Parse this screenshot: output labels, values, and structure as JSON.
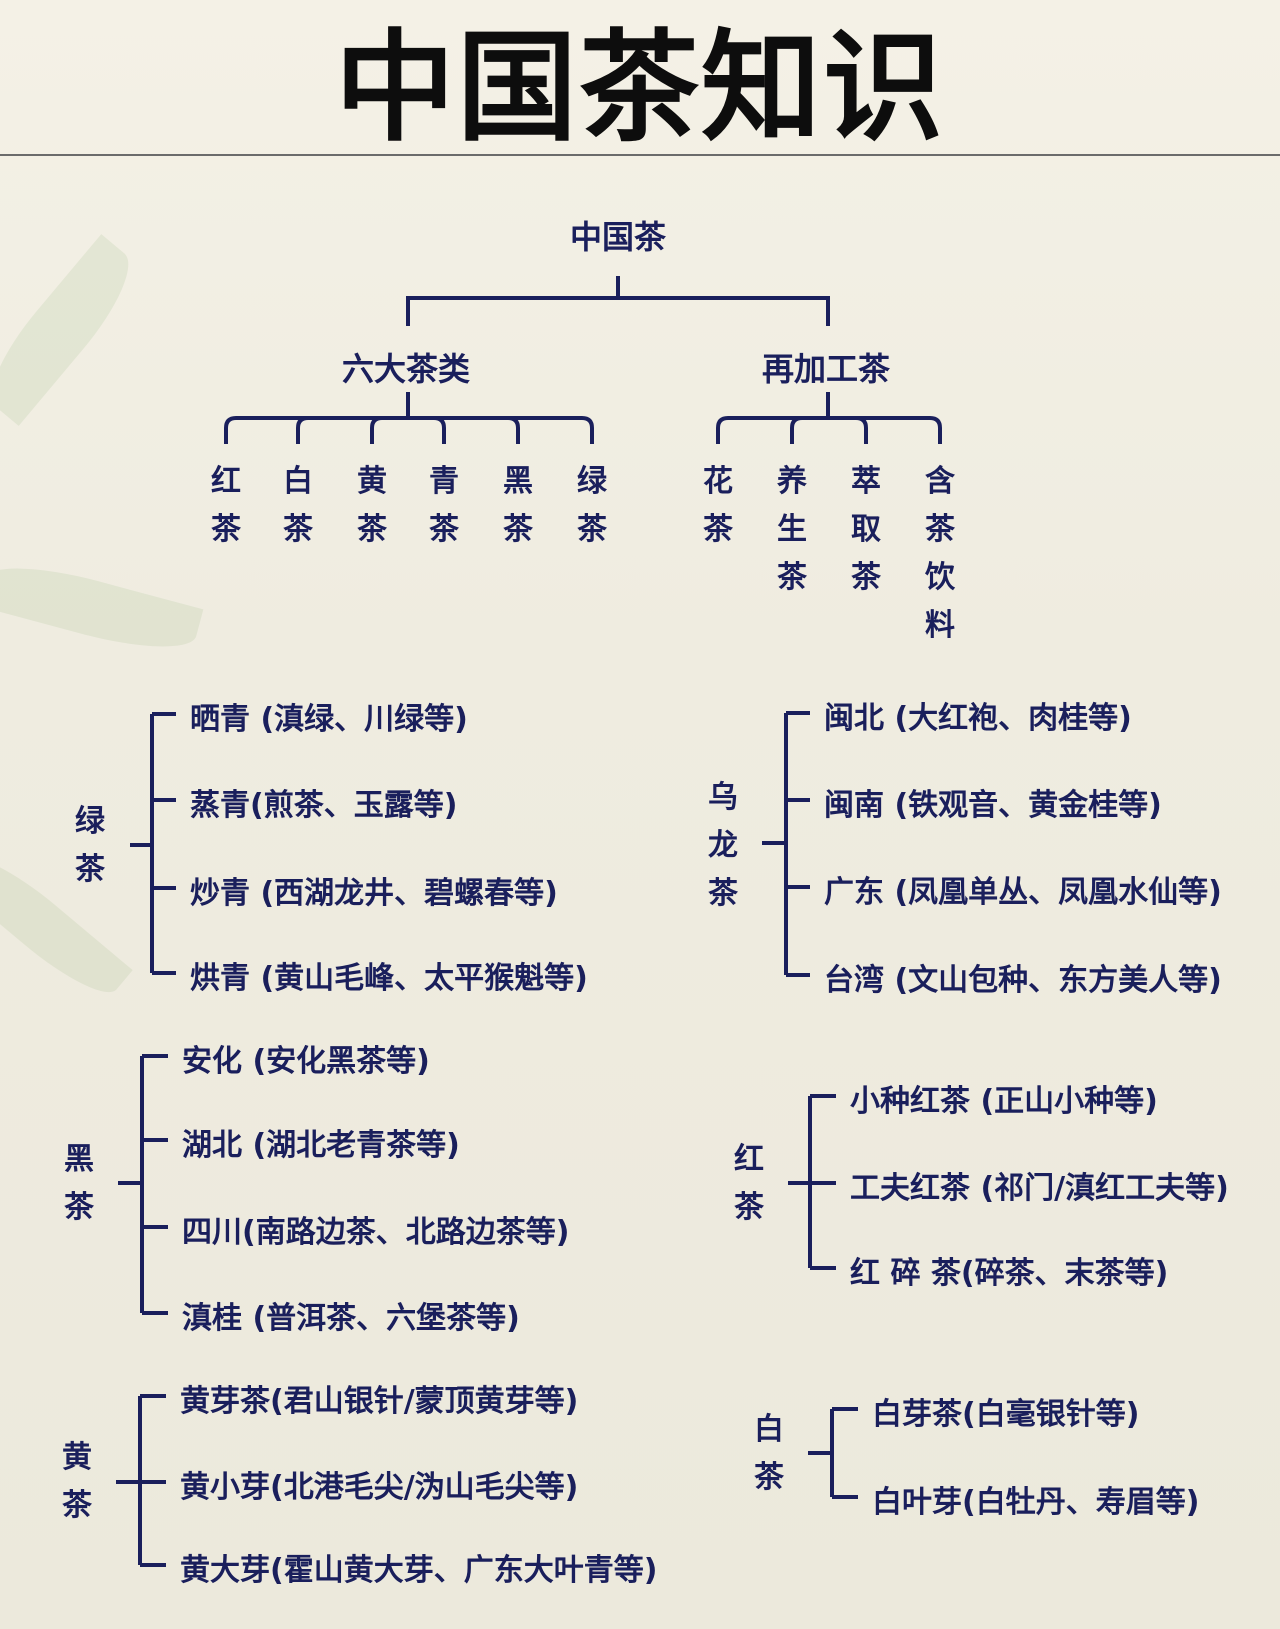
{
  "title": "中国茶知识",
  "root": "中国茶",
  "level1": [
    "六大茶类",
    "再加工茶"
  ],
  "six_categories": [
    "红茶",
    "白茶",
    "黄茶",
    "青茶",
    "黑茶",
    "绿茶"
  ],
  "reprocessed": [
    "花茶",
    "养生茶",
    "萃取茶",
    "含茶饮料"
  ],
  "groups": {
    "green": {
      "label": "绿茶",
      "items": [
        "晒青 (滇绿、川绿等)",
        "蒸青(煎茶、玉露等)",
        "炒青 (西湖龙井、碧螺春等)",
        "烘青 (黄山毛峰、太平猴魁等)"
      ]
    },
    "oolong": {
      "label": "乌龙茶",
      "items": [
        "闽北 (大红袍、肉桂等)",
        "闽南 (铁观音、黄金桂等)",
        "广东 (凤凰单丛、凤凰水仙等)",
        "台湾 (文山包种、东方美人等)"
      ]
    },
    "dark": {
      "label": "黑茶",
      "items": [
        "安化 (安化黑茶等)",
        "湖北 (湖北老青茶等)",
        "四川(南路边茶、北路边茶等)",
        "滇桂 (普洱茶、六堡茶等)"
      ]
    },
    "black": {
      "label": "红茶",
      "items": [
        "小种红茶 (正山小种等)",
        "工夫红茶 (祁门/滇红工夫等)",
        "红 碎 茶(碎茶、末茶等)"
      ]
    },
    "yellow": {
      "label": "黄茶",
      "items": [
        "黄芽茶(君山银针/蒙顶黄芽等)",
        "黄小芽(北港毛尖/沩山毛尖等)",
        "黄大芽(霍山黄大芽、广东大叶青等)"
      ]
    },
    "white": {
      "label": "白茶",
      "items": [
        "白芽茶(白毫银针等)",
        "白叶芽(白牡丹、寿眉等)"
      ]
    }
  },
  "colors": {
    "line": "#1a1f5c",
    "text": "#1a1f5c",
    "title": "#0d0d0d",
    "background": "#f0ede2"
  }
}
